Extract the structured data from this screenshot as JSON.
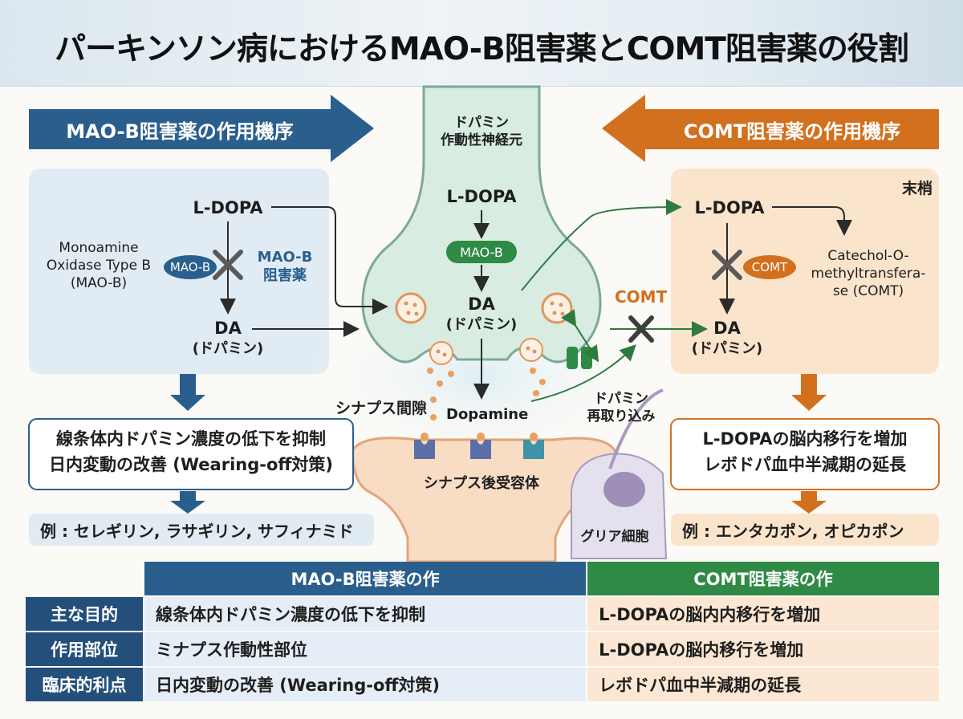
{
  "title": "パーキンソン病におけるMAO-B阻害薬とCOMT阻害薬の役割",
  "left": {
    "banner": "MAO-B阻害薬の作用機序",
    "ldopa": "L-DOPA",
    "enzyme_full": "Monoamine\nOxidase Type B\n(MAO-B)",
    "enzyme_oval": "MAO-B",
    "inhibitor": "MAO-B\n阻害薬",
    "da": "DA",
    "da_jp": "(ドパミン)",
    "effect": "線条体内ドパミン濃度の低下を抑制\n日内変動の改善 (Wearing-off対策)",
    "example": "例 : セレギリン, ラサギリン, サフィナミド"
  },
  "center": {
    "neuron_label": "ドパミン\n作動性神経元",
    "ldopa": "L-DOPA",
    "enzyme": "MAO-B",
    "da": "DA",
    "da_jp": "(ドパミン)",
    "cleft": "シナプス間隙",
    "dopamine": "Dopamine",
    "reuptake": "ドパミン\n再取り込み",
    "comt": "COMT",
    "receptor": "シナプス後受容体",
    "glia": "グリア細胞"
  },
  "right": {
    "banner": "COMT阻害薬の作用機序",
    "corner": "末梢",
    "ldopa": "L-DOPA",
    "enzyme_oval": "COMT",
    "enzyme_full": "Catechol-O-\nmethyltransfera-\nse (COMT)",
    "da": "DA",
    "da_jp": "(ドパミン)",
    "effect": "L-DOPAの脳内移行を増加\nレボドパ血中半減期の延長",
    "example": "例 : エンタカポン, オピカポン"
  },
  "table": {
    "head_left": "MAO-B阻害薬の作",
    "head_right": "COMT阻害薬の作",
    "rows": [
      {
        "label": "主な目的",
        "left": "線条体内ドパミン濃度の低下を抑制",
        "right": "L-DOPAの脳内内移行を増加"
      },
      {
        "label": "作用部位",
        "left": "ミナプス作動性部位",
        "right": "L-DOPAの脳内移行を増加"
      },
      {
        "label": "臨床的利点",
        "left": "日内変動の改善 (Wearing-off対策)",
        "right": "レボドパ血中半減期の延長"
      }
    ]
  },
  "colors": {
    "blue": "#2a5f8d",
    "orange": "#d2701e",
    "green": "#2f8a45",
    "neuron": "#d8ece1"
  }
}
